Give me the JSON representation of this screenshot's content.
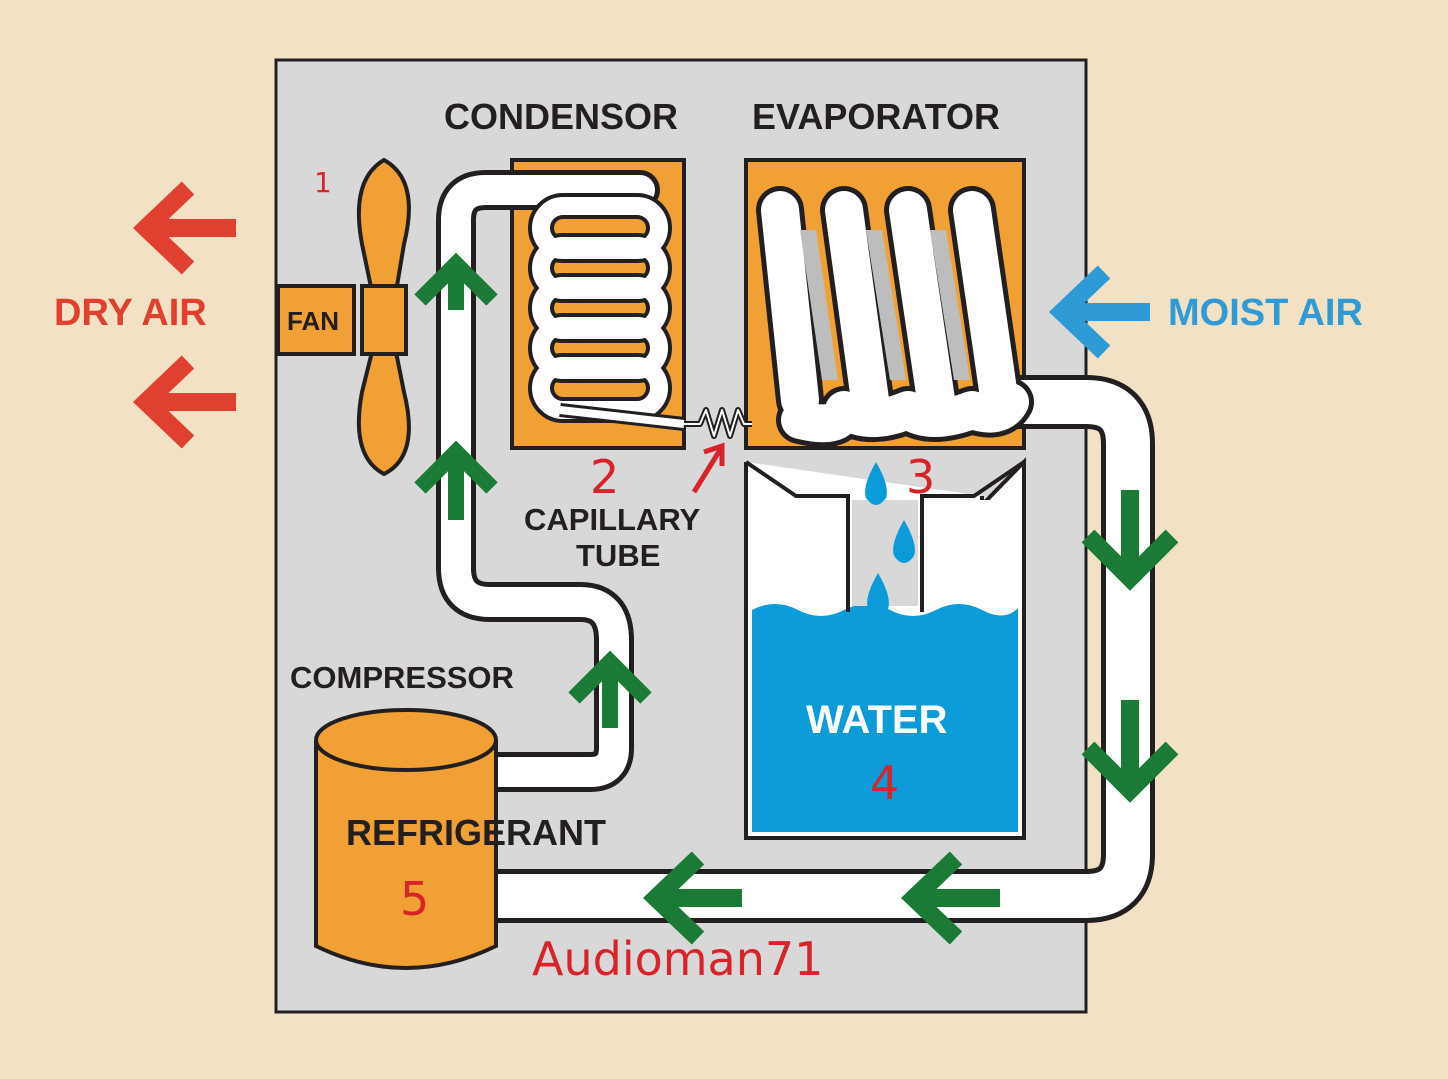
{
  "colors": {
    "background": "#f2e1c4",
    "panel": "#d9d8d8",
    "orange": "#f0a034",
    "pipe": "#ffffff",
    "outline": "#231f20",
    "water": "#0a9bd8",
    "red": "#e0402f",
    "blue": "#2f9bd6",
    "green": "#1a7a36",
    "annotation_red": "#d8232a"
  },
  "labels": {
    "condensor": "CONDENSOR",
    "evaporator": "EVAPORATOR",
    "fan": "FAN",
    "dry_air": "DRY AIR",
    "moist_air": "MOIST AIR",
    "capillary_tube_line1": "CAPILLARY",
    "capillary_tube_line2": "TUBE",
    "compressor": "COMPRESSOR",
    "water": "WATER",
    "refrigerant": "REFRIGERANT"
  },
  "annotations": {
    "n1": "1",
    "n2": "2",
    "n3": "3",
    "n4": "4",
    "n5": "5",
    "watermark": "Audioman71"
  },
  "icons": [
    "fan-icon",
    "left-arrow-icon",
    "down-arrow-icon",
    "up-arrow-icon",
    "water-drop-icon",
    "resistor-coil-icon"
  ]
}
